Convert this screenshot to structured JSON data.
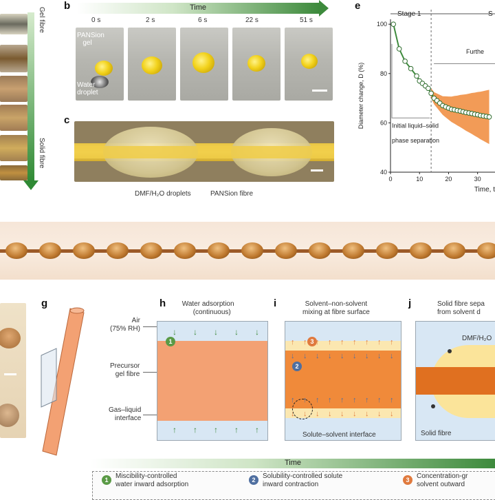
{
  "panels": {
    "a": {
      "labels": {
        "gel_fibre": "Gel fibre",
        "solid_fibre": "Solid fibre"
      }
    },
    "b": {
      "letter": "b",
      "time_label": "Time",
      "times": [
        "0 s",
        "2 s",
        "6 s",
        "22 s",
        "51 s"
      ],
      "callouts": {
        "gel": "PANSion\ngel",
        "droplet": "Water\ndroplet"
      }
    },
    "c": {
      "letter": "c",
      "labels": {
        "droplets": "DMF/H₂O droplets",
        "fibre": "PANSion fibre"
      }
    },
    "e": {
      "letter": "e",
      "stage1": "Stage 1",
      "stage2_prefix": "S",
      "annotation_initial": "Initial liquid–solid\nphase separation",
      "annotation_further": "Furthe",
      "ylabel": "Diameter change, D (%)",
      "xlabel": "Time, t",
      "yticks": [
        "100",
        "80",
        "60",
        "40"
      ],
      "xticks": [
        "0",
        "10",
        "20",
        "30"
      ]
    },
    "g": {
      "letter": "g",
      "labels": {
        "air": "Air\n(75% RH)",
        "precursor": "Precursor\ngel fibre",
        "interface": "Gas–liquid\ninterface"
      }
    },
    "h": {
      "letter": "h",
      "title": "Water adsorption\n(continuous)"
    },
    "i": {
      "letter": "i",
      "title": "Solvent–non-solvent\nmixing at fibre surface",
      "interface_label": "Solute–solvent interface"
    },
    "j": {
      "letter": "j",
      "title": "Solid fibre sepa\nfrom solvent d",
      "dmf_label": "DMF/H₂O",
      "solid_label": "Solid fibre"
    },
    "time_bottom": "Time",
    "legend": [
      {
        "num": "1",
        "color": "#5a9a46",
        "text": "Miscibility-controlled\nwater inward adsorption"
      },
      {
        "num": "2",
        "color": "#4f6fa0",
        "text": "Solubility-controlled solute\ninward contraction"
      },
      {
        "num": "3",
        "color": "#e07a3e",
        "text": "Concentration-gr\nsolvent outward"
      }
    ]
  },
  "chart_data": {
    "type": "scatter",
    "title": "",
    "xlabel": "Time, t",
    "ylabel": "Diameter change, D (%)",
    "xlim": [
      0,
      36
    ],
    "ylim": [
      40,
      102
    ],
    "x": [
      1,
      3,
      5,
      7,
      9,
      10,
      11,
      12,
      13,
      14,
      15,
      16,
      17,
      18,
      19,
      20,
      21,
      22,
      23,
      24,
      25,
      26,
      27,
      28,
      29,
      30,
      31,
      32,
      33,
      34
    ],
    "series": [
      {
        "values": [
          100,
          90,
          85,
          82,
          79,
          77,
          76,
          75,
          74,
          72,
          70,
          69,
          68,
          67,
          66.5,
          66,
          65.5,
          65.3,
          65,
          64.8,
          64.5,
          64.2,
          64,
          63.8,
          63.5,
          63.3,
          63,
          62.8,
          62.6,
          62.4
        ]
      }
    ],
    "stage_divider_x": 14,
    "grid": false
  },
  "colors": {
    "green": "#3d8a3c",
    "orange": "#f08a3a",
    "fibre": "#f3a173",
    "lightblue": "#d8e7f4",
    "yellow": "#f2d34a"
  }
}
